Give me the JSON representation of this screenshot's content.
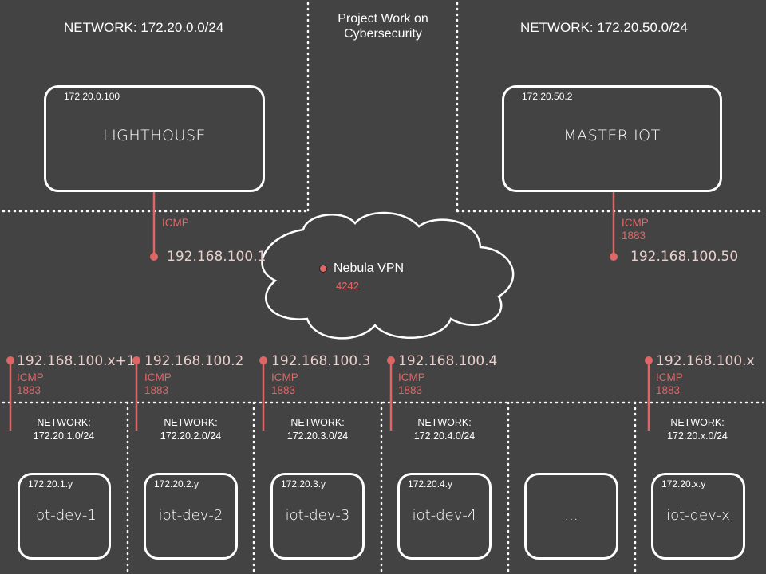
{
  "title": "Project Work on\nCybersecurity",
  "networks": {
    "left_title": "NETWORK: 172.20.0.0/24",
    "right_title": "NETWORK: 172.20.50.0/24"
  },
  "lighthouse": {
    "ip": "172.20.0.100",
    "name": "LIGHTHOUSE",
    "vpn_ip": "192.168.100.1",
    "protocols": "ICMP"
  },
  "master": {
    "ip": "172.20.50.2",
    "name": "MASTER IOT",
    "vpn_ip": "192.168.100.50",
    "protocols": "ICMP\n1883"
  },
  "vpn": {
    "name": "Nebula VPN",
    "port": "4242"
  },
  "devices": [
    {
      "vpn_ip": "192.168.100.x+1",
      "protocols": "ICMP\n1883",
      "network": "NETWORK:\n172.20.1.0/24",
      "ip": "172.20.1.y",
      "name": "iot-dev-1"
    },
    {
      "vpn_ip": "192.168.100.2",
      "protocols": "ICMP\n1883",
      "network": "NETWORK:\n172.20.2.0/24",
      "ip": "172.20.2.y",
      "name": "iot-dev-2"
    },
    {
      "vpn_ip": "192.168.100.3",
      "protocols": "ICMP\n1883",
      "network": "NETWORK:\n172.20.3.0/24",
      "ip": "172.20.3.y",
      "name": "iot-dev-3"
    },
    {
      "vpn_ip": "192.168.100.4",
      "protocols": "ICMP\n1883",
      "network": "NETWORK:\n172.20.4.0/24",
      "ip": "172.20.4.y",
      "name": "iot-dev-4"
    },
    {
      "name": "..."
    },
    {
      "vpn_ip": "192.168.100.x",
      "protocols": "ICMP\n1883",
      "network": "NETWORK:\n172.20.x.0/24",
      "ip": "172.20.x.y",
      "name": "iot-dev-x"
    }
  ],
  "colors": {
    "background": "#434343",
    "stroke": "#ffffff",
    "accent": "#e06666",
    "ip_label": "#e9cfcc"
  }
}
